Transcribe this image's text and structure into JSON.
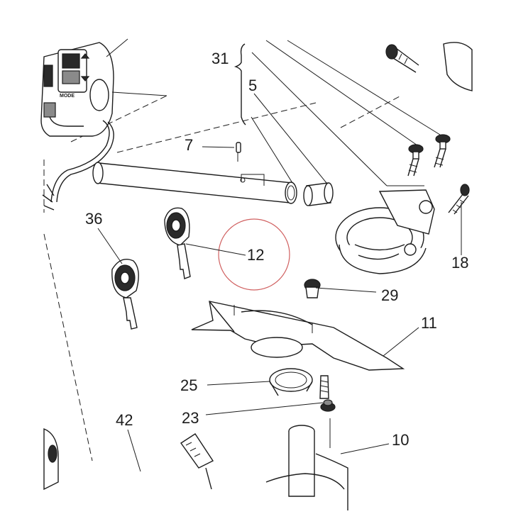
{
  "diagram": {
    "callouts": {
      "c31": "31",
      "c5": "5",
      "c7": "7",
      "c36": "36",
      "c12": "12",
      "c18": "18",
      "c29": "29",
      "c11": "11",
      "c25": "25",
      "c23": "23",
      "c42": "42",
      "c10": "10"
    },
    "switch_label": "MODE",
    "highlight_color": "#d06060"
  }
}
